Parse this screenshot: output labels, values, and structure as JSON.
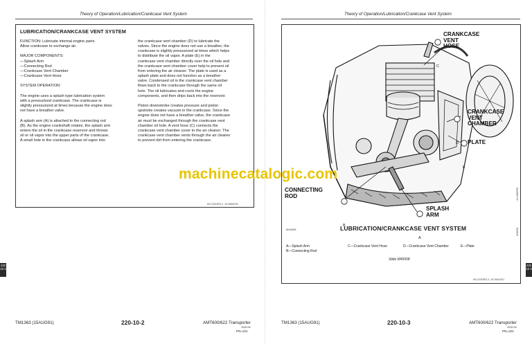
{
  "header": {
    "left_title": "Theory of Operation/Lubrication/Crankcase Vent System",
    "right_title": "Theory of Operation/Lubrication/Crankcase Vent System"
  },
  "left_page": {
    "section_title": "LUBRICATION/CRANKCASE VENT SYSTEM",
    "column1": "FUNCTION: Lubricate internal engine parts.\nAllow crankcase to exchange air.\n\nMAJOR COMPONENTS:\n—Splash Arm\n—Connecting Rod\n—Crankcase Vent Chamber\n—Crankcase Vent Hose\n\nSYSTEM OPERATION:\n\nThe engine uses a splash type lubrication system\nwith a pressurized crankcase. The crankcase is\nslightly pressurized at times because the engine does\nnot have a breather valve.\n\nA splash arm (A) is attached to the connecting rod\n(B). As the engine crankshaft rotates, the splash arm\nenters the oil in the crankcase reservoir and throws\noil or oil vapor into the upper parts of the crankcase.\nA small hole in the crankcase allows oil vapor into",
    "column2": "the crankcase vent chamber (D) to lubricate the\nvalves. Since the engine does not use a breather, the\ncrankcase is slightly pressurized at times which helps\nto distribute the oil vapor. A plate (E) in the\ncrankcase vent chamber directly over the oil hole and\nthe crankcase vent chamber cover help to prevent oil\nfrom entering the air cleaner. The plate is used as a\nsplash plate and does not function as a breather\nvalve. Condensed oil in the crankcase vent chamber\nflows back to the crankcase through the same oil\nhole. The oil lubricates and cools the engine\ncomponents, and then drips back into the reservoir.\n\nPiston downstroke creates pressure and piston\nupstroke creates vacuum in the crankcase. Since the\nengine does not have a breather valve, the crankcase\nair must be exchanged through the crankcase vent\nchamber oil hole. A vent hose (C) connects the\ncrankcase vent chamber cover to the air cleaner. The\ncrankcase vent chamber vents through the air cleaner\nto prevent dirt from entering the crankcase.",
    "ref_code": "MX,2201BFD,2   -19-08MAY90",
    "side_tab": "220\n10\n2",
    "footer": {
      "left": "TM1363  (15AUG91)",
      "center": "220-10-2",
      "right": "AMT600/622 Transporter",
      "right_small": "260E196",
      "pn": "PN=221"
    }
  },
  "right_page": {
    "figure_labels": {
      "vent_hose": "CRANKCASE\nVENT\nHOSE",
      "vent_hose_letter": "C",
      "vent_chamber": "CRANKCASE\nVENT\nCHAMBER",
      "vent_chamber_letter": "D",
      "plate": "PLATE",
      "plate_letter": "E",
      "connecting_rod": "CONNECTING\nROD",
      "connecting_rod_letter": "B",
      "splash_arm": "SPLASH\nARM",
      "splash_arm_letter": "A"
    },
    "figure_id": "M45508",
    "figure_caption": "LUBRICATION/CRANKCASE VENT SYSTEM",
    "side_code_top": "-19-04APR90",
    "side_code_bottom": "M45508",
    "legend": {
      "a": "A—Splash Arm",
      "b": "B—Connecting Rod",
      "c": "C—Crankcase Vent Hose",
      "d": "D—Crankcase Vent Chamber",
      "e": "E—Plate"
    },
    "slide_caption": "Slide M45508",
    "ref_code": "MX,2201BFD,3   -19-29AUG91",
    "side_tab": "220\n10\n3",
    "footer": {
      "left": "TM1363  (15AUG91)",
      "center": "220-10-3",
      "right": "AMT600/622 Transporter",
      "right_small": "260E196",
      "pn": "PN=222"
    }
  },
  "watermark": "machinecatalogic.com",
  "colors": {
    "watermark": "#e8c400",
    "ink": "#1a1a1a",
    "tab": "#2b2b2b"
  }
}
